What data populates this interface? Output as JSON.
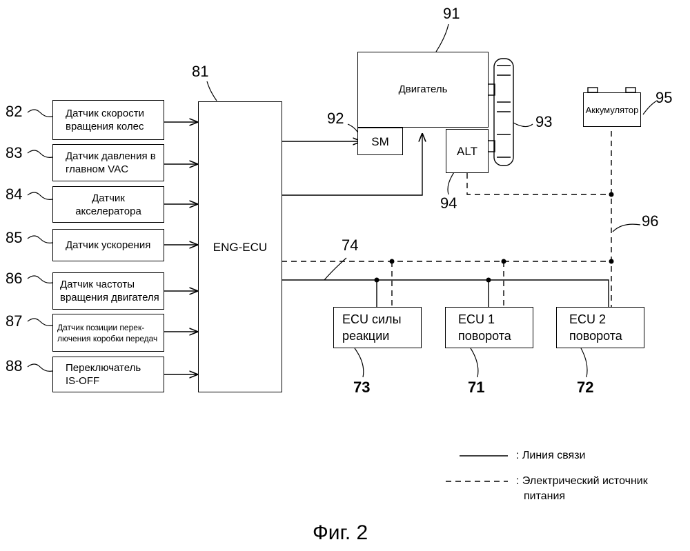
{
  "sensors": [
    {
      "ref": "82",
      "line1": "Датчик скорости",
      "line2": "вращения колес"
    },
    {
      "ref": "83",
      "line1": "Датчик давления в",
      "line2": "главном VAC"
    },
    {
      "ref": "84",
      "line1": "Датчик",
      "line2": "акселератора"
    },
    {
      "ref": "85",
      "line1": "Датчик ускорения",
      "line2": ""
    },
    {
      "ref": "86",
      "line1": "Датчик частоты",
      "line2": "вращения двигателя"
    },
    {
      "ref": "87",
      "line1": "Датчик позиции перек-",
      "line2": "лючения коробки передач"
    },
    {
      "ref": "88",
      "line1": "Переключатель",
      "line2": "IS-OFF"
    }
  ],
  "eng_ecu": {
    "ref": "81",
    "label": "ENG-ECU"
  },
  "engine": {
    "ref": "91",
    "label": "Двигатель"
  },
  "starter": {
    "ref": "92",
    "label": "SM"
  },
  "pulley": {
    "ref": "93"
  },
  "alternator": {
    "ref": "94",
    "label": "ALT"
  },
  "battery": {
    "ref": "95",
    "label": "Аккумулятор"
  },
  "power_line": {
    "ref": "96"
  },
  "comm_bus": {
    "ref": "74"
  },
  "ecus": [
    {
      "ref": "73",
      "line1": "ECU силы",
      "line2": "реакции"
    },
    {
      "ref": "71",
      "line1": "ECU 1",
      "line2": "поворота"
    },
    {
      "ref": "72",
      "line1": "ECU 2",
      "line2": "поворота"
    }
  ],
  "legend": {
    "solid": ": Линия связи",
    "dashed_line1": ": Электрический источник",
    "dashed_line2": "питания"
  },
  "caption": "Фиг. 2"
}
